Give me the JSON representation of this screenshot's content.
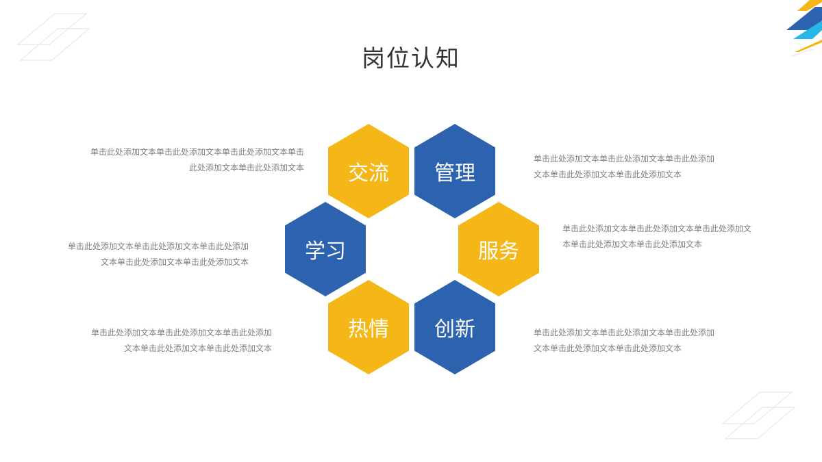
{
  "title": "岗位认知",
  "colors": {
    "yellow": "#F5B617",
    "blue": "#2C62AE",
    "cyan": "#29B6E6",
    "text": "#7F7F7F",
    "title": "#333333"
  },
  "hexagons": [
    {
      "label": "交流",
      "color": "yellow"
    },
    {
      "label": "管理",
      "color": "blue"
    },
    {
      "label": "学习",
      "color": "blue"
    },
    {
      "label": "服务",
      "color": "yellow"
    },
    {
      "label": "热情",
      "color": "yellow"
    },
    {
      "label": "创新",
      "color": "blue"
    }
  ],
  "descriptions": [
    {
      "line1": "单击此处添加文本单击此处添加文本单击此处添加文本单击",
      "line2": "此处添加文本单击此处添加文本"
    },
    {
      "line1": "单击此处添加文本单击此处添加文本单击此处添加",
      "line2": "文本单击此处添加文本单击此处添加文本"
    },
    {
      "line1": "单击此处添加文本单击此处添加文本单击此处添加",
      "line2": "文本单击此处添加文本单击此处添加文本"
    },
    {
      "line1": "单击此处添加文本单击此处添加文本单击此处添加文",
      "line2": "本单击此处添加文本单击此处添加文本"
    },
    {
      "line1": "单击此处添加文本单击此处添加文本单击此处添加",
      "line2": "文本单击此处添加文本单击此处添加文本"
    },
    {
      "line1": "单击此处添加文本单击此处添加文本单击此处添加",
      "line2": "文本单击此处添加文本单击此处添加文本"
    }
  ]
}
